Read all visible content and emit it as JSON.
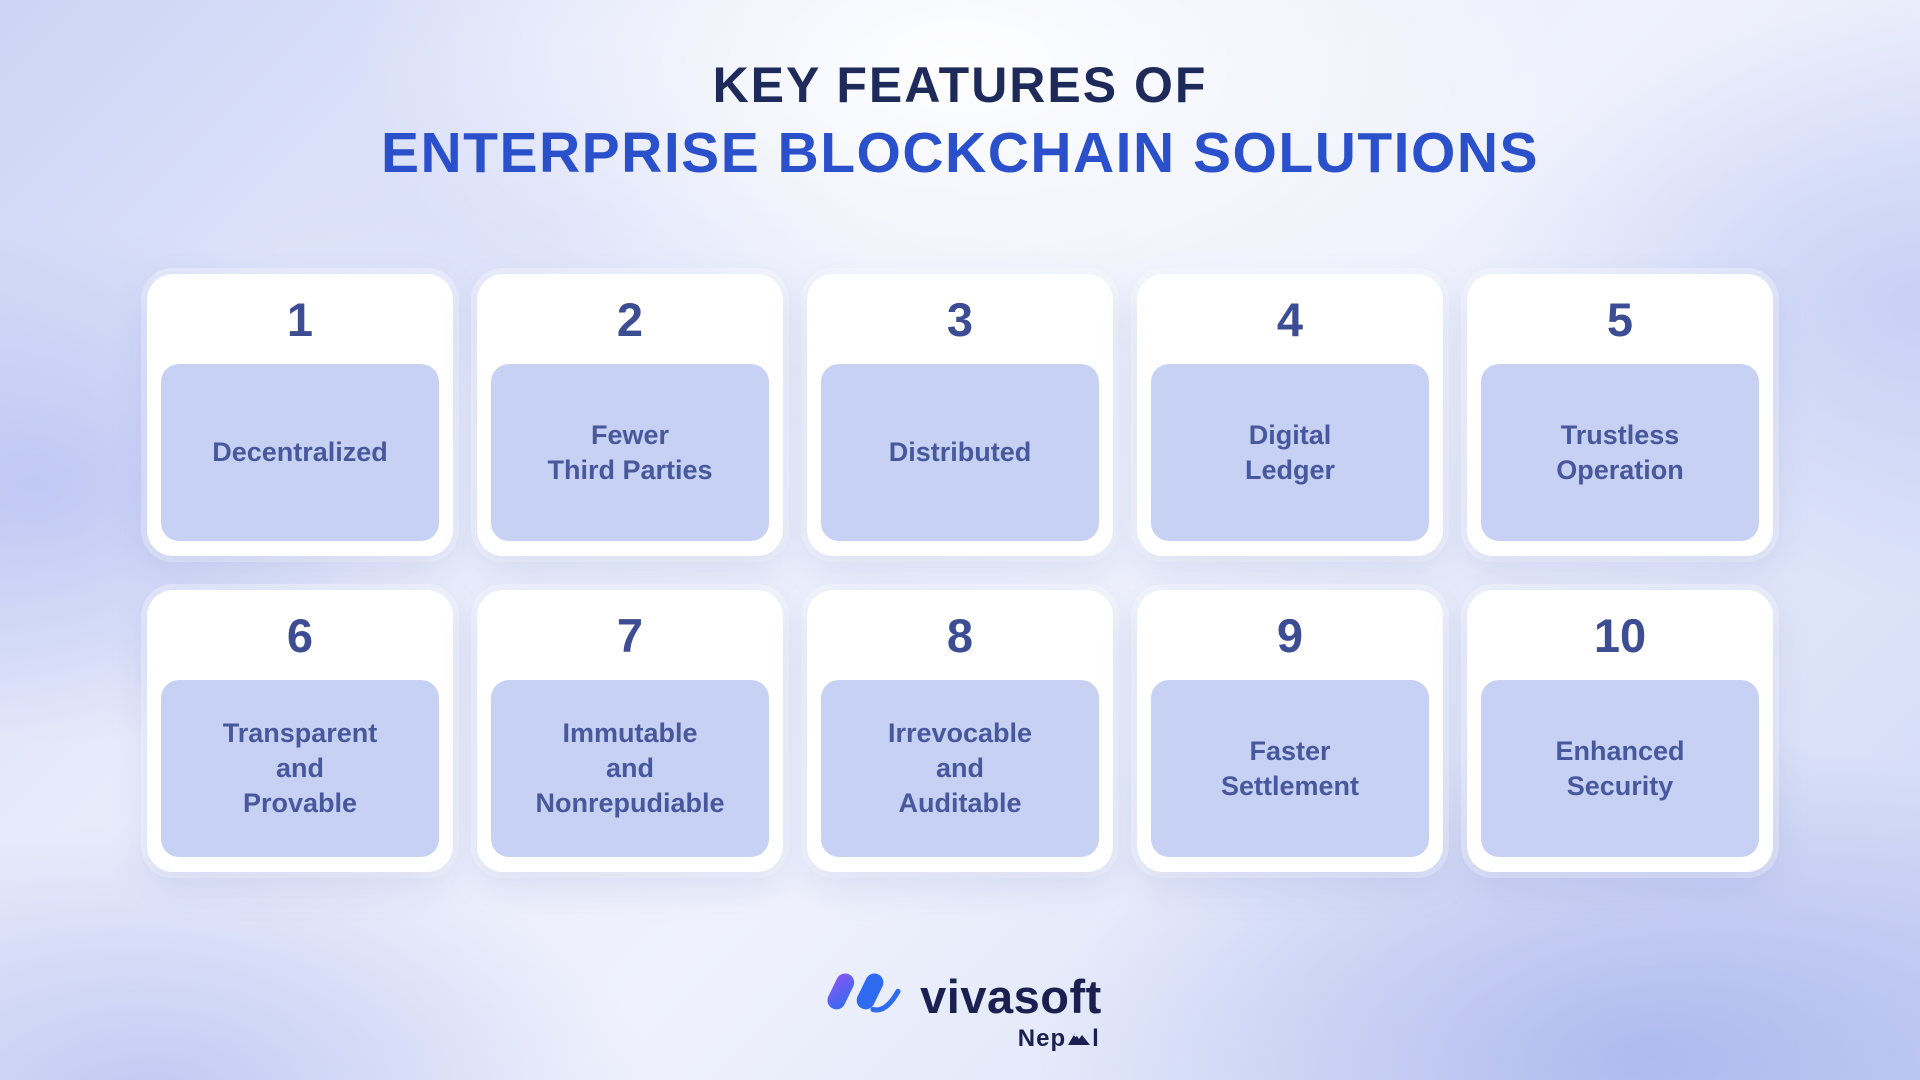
{
  "title": {
    "line1": "KEY FEATURES OF",
    "line2": "ENTERPRISE BLOCKCHAIN SOLUTIONS"
  },
  "features": [
    {
      "number": "1",
      "label": "Decentralized"
    },
    {
      "number": "2",
      "label": "Fewer\nThird Parties"
    },
    {
      "number": "3",
      "label": "Distributed"
    },
    {
      "number": "4",
      "label": "Digital\nLedger"
    },
    {
      "number": "5",
      "label": "Trustless\nOperation"
    },
    {
      "number": "6",
      "label": "Transparent\nand\nProvable"
    },
    {
      "number": "7",
      "label": "Immutable\nand\nNonrepudiable"
    },
    {
      "number": "8",
      "label": "Irrevocable\nand\nAuditable"
    },
    {
      "number": "9",
      "label": "Faster\nSettlement"
    },
    {
      "number": "10",
      "label": "Enhanced\nSecurity"
    }
  ],
  "footer": {
    "brand": "vivasoft",
    "nepal_prefix": "Nep",
    "nepal_suffix": "l"
  },
  "colors": {
    "title_primary": "#1e2a5a",
    "title_accent": "#2b50cb",
    "card_number": "#3d4d94",
    "feature_text": "#48589c",
    "card_inner_bg": "#c7d1f3",
    "card_bg": "#ffffff",
    "logo_navy": "#1a2150",
    "logo_gradient_start": "#8a57f5",
    "logo_gradient_end": "#2f6bf0"
  }
}
